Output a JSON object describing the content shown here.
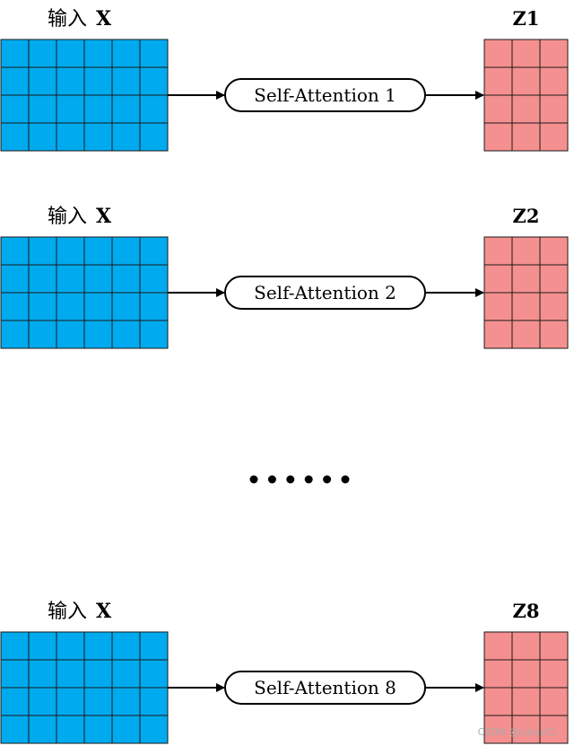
{
  "colors": {
    "input_fill": "#00aaee",
    "output_fill": "#f59090",
    "grid_line": "#1a1a1a",
    "arrow": "#000000"
  },
  "blocks": [
    {
      "input_label_cn": "输入",
      "input_label_var": "X",
      "module_label": "Self-Attention 1",
      "output_label": "Z1"
    },
    {
      "input_label_cn": "输入",
      "input_label_var": "X",
      "module_label": "Self-Attention 2",
      "output_label": "Z2"
    },
    {
      "input_label_cn": "输入",
      "input_label_var": "X",
      "module_label": "Self-Attention 8",
      "output_label": "Z8"
    }
  ],
  "ellipsis_dots": 6,
  "matrix": {
    "input_cols": 6,
    "input_rows": 4,
    "output_cols": 3,
    "output_rows": 4
  },
  "watermark": "CSDN @LotusCL"
}
